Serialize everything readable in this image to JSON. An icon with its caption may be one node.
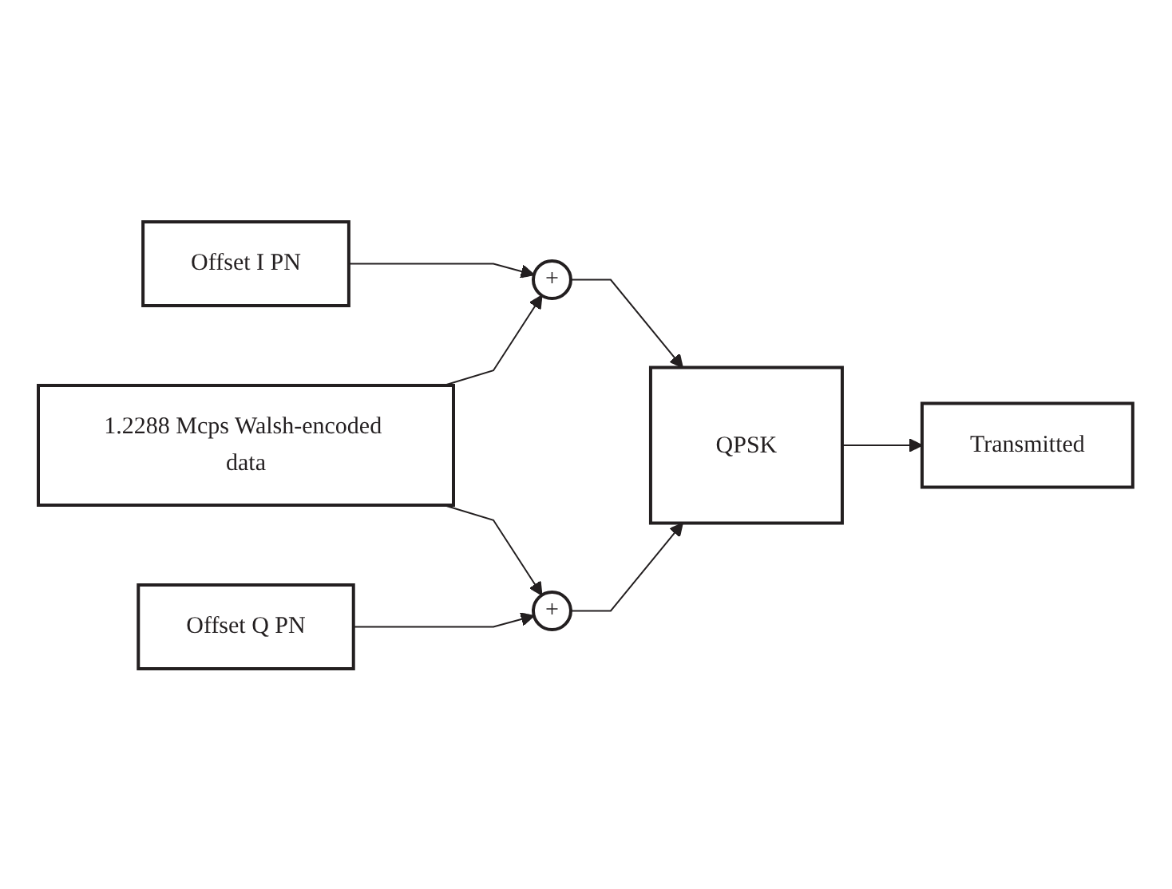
{
  "diagram": {
    "nodes": [
      {
        "text": [
          "Offset I PN"
        ]
      },
      {
        "text": [
          "+"
        ]
      },
      {
        "text": [
          "1.2288 Mcps Walsh-encoded data"
        ]
      },
      {
        "text": [
          "QPSK"
        ]
      },
      {
        "text": [
          "+"
        ]
      },
      {
        "text": [
          "Offset Q PN"
        ]
      },
      {
        "text": [
          "Transmitted"
        ]
      }
    ],
    "edges": [
      {
        "from": 0,
        "to": 1,
        "arrow": "to"
      },
      {
        "from": 2,
        "to": 1,
        "arrow": "to"
      },
      {
        "from": 2,
        "to": 4,
        "arrow": "to"
      },
      {
        "from": 1,
        "to": 3,
        "arrow": "to"
      },
      {
        "from": 4,
        "to": 3,
        "arrow": "to"
      },
      {
        "from": 5,
        "to": 4,
        "arrow": "to"
      },
      {
        "from": 3,
        "to": 6,
        "arrow": "to"
      }
    ]
  }
}
